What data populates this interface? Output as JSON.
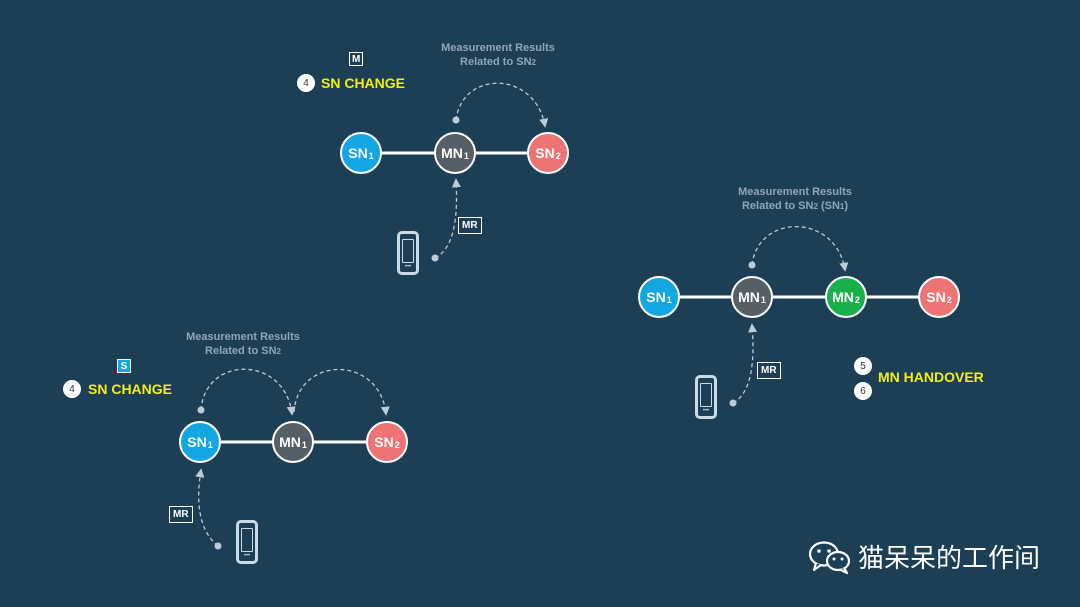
{
  "diagram_top": {
    "badge": "M",
    "step": "4",
    "title": "SN CHANGE",
    "note_line1": "Measurement Results",
    "note_line2": "Related to SN",
    "note_line2_sub": "2",
    "mr": "MR",
    "nodes": [
      {
        "label": "SN",
        "sub": "1"
      },
      {
        "label": "MN",
        "sub": "1"
      },
      {
        "label": "SN",
        "sub": "2"
      }
    ]
  },
  "diagram_left": {
    "badge": "S",
    "step": "4",
    "title": "SN CHANGE",
    "note_line1": "Measurement Results",
    "note_line2": "Related to SN",
    "note_line2_sub": "2",
    "mr": "MR",
    "nodes": [
      {
        "label": "SN",
        "sub": "1"
      },
      {
        "label": "MN",
        "sub": "1"
      },
      {
        "label": "SN",
        "sub": "2"
      }
    ]
  },
  "diagram_right": {
    "step_a": "5",
    "step_b": "6",
    "title": "MN HANDOVER",
    "note_line1": "Measurement Results",
    "note_line2a": "Related to SN",
    "note_line2a_sub": "2",
    "note_line2b": " (SN",
    "note_line2b_sub": "1",
    "note_line2c": ")",
    "mr": "MR",
    "nodes": [
      {
        "label": "SN",
        "sub": "1"
      },
      {
        "label": "MN",
        "sub": "1"
      },
      {
        "label": "MN",
        "sub": "2"
      },
      {
        "label": "SN",
        "sub": "2"
      }
    ]
  },
  "watermark": "猫呆呆的工作间",
  "phone_dots": "•••",
  "colors": {
    "background": "#1c3f56",
    "sn1": "#12a7e2",
    "mn1": "#565f66",
    "sn2": "#ed7375",
    "mn2": "#19b04b",
    "title": "#f5ee12"
  }
}
